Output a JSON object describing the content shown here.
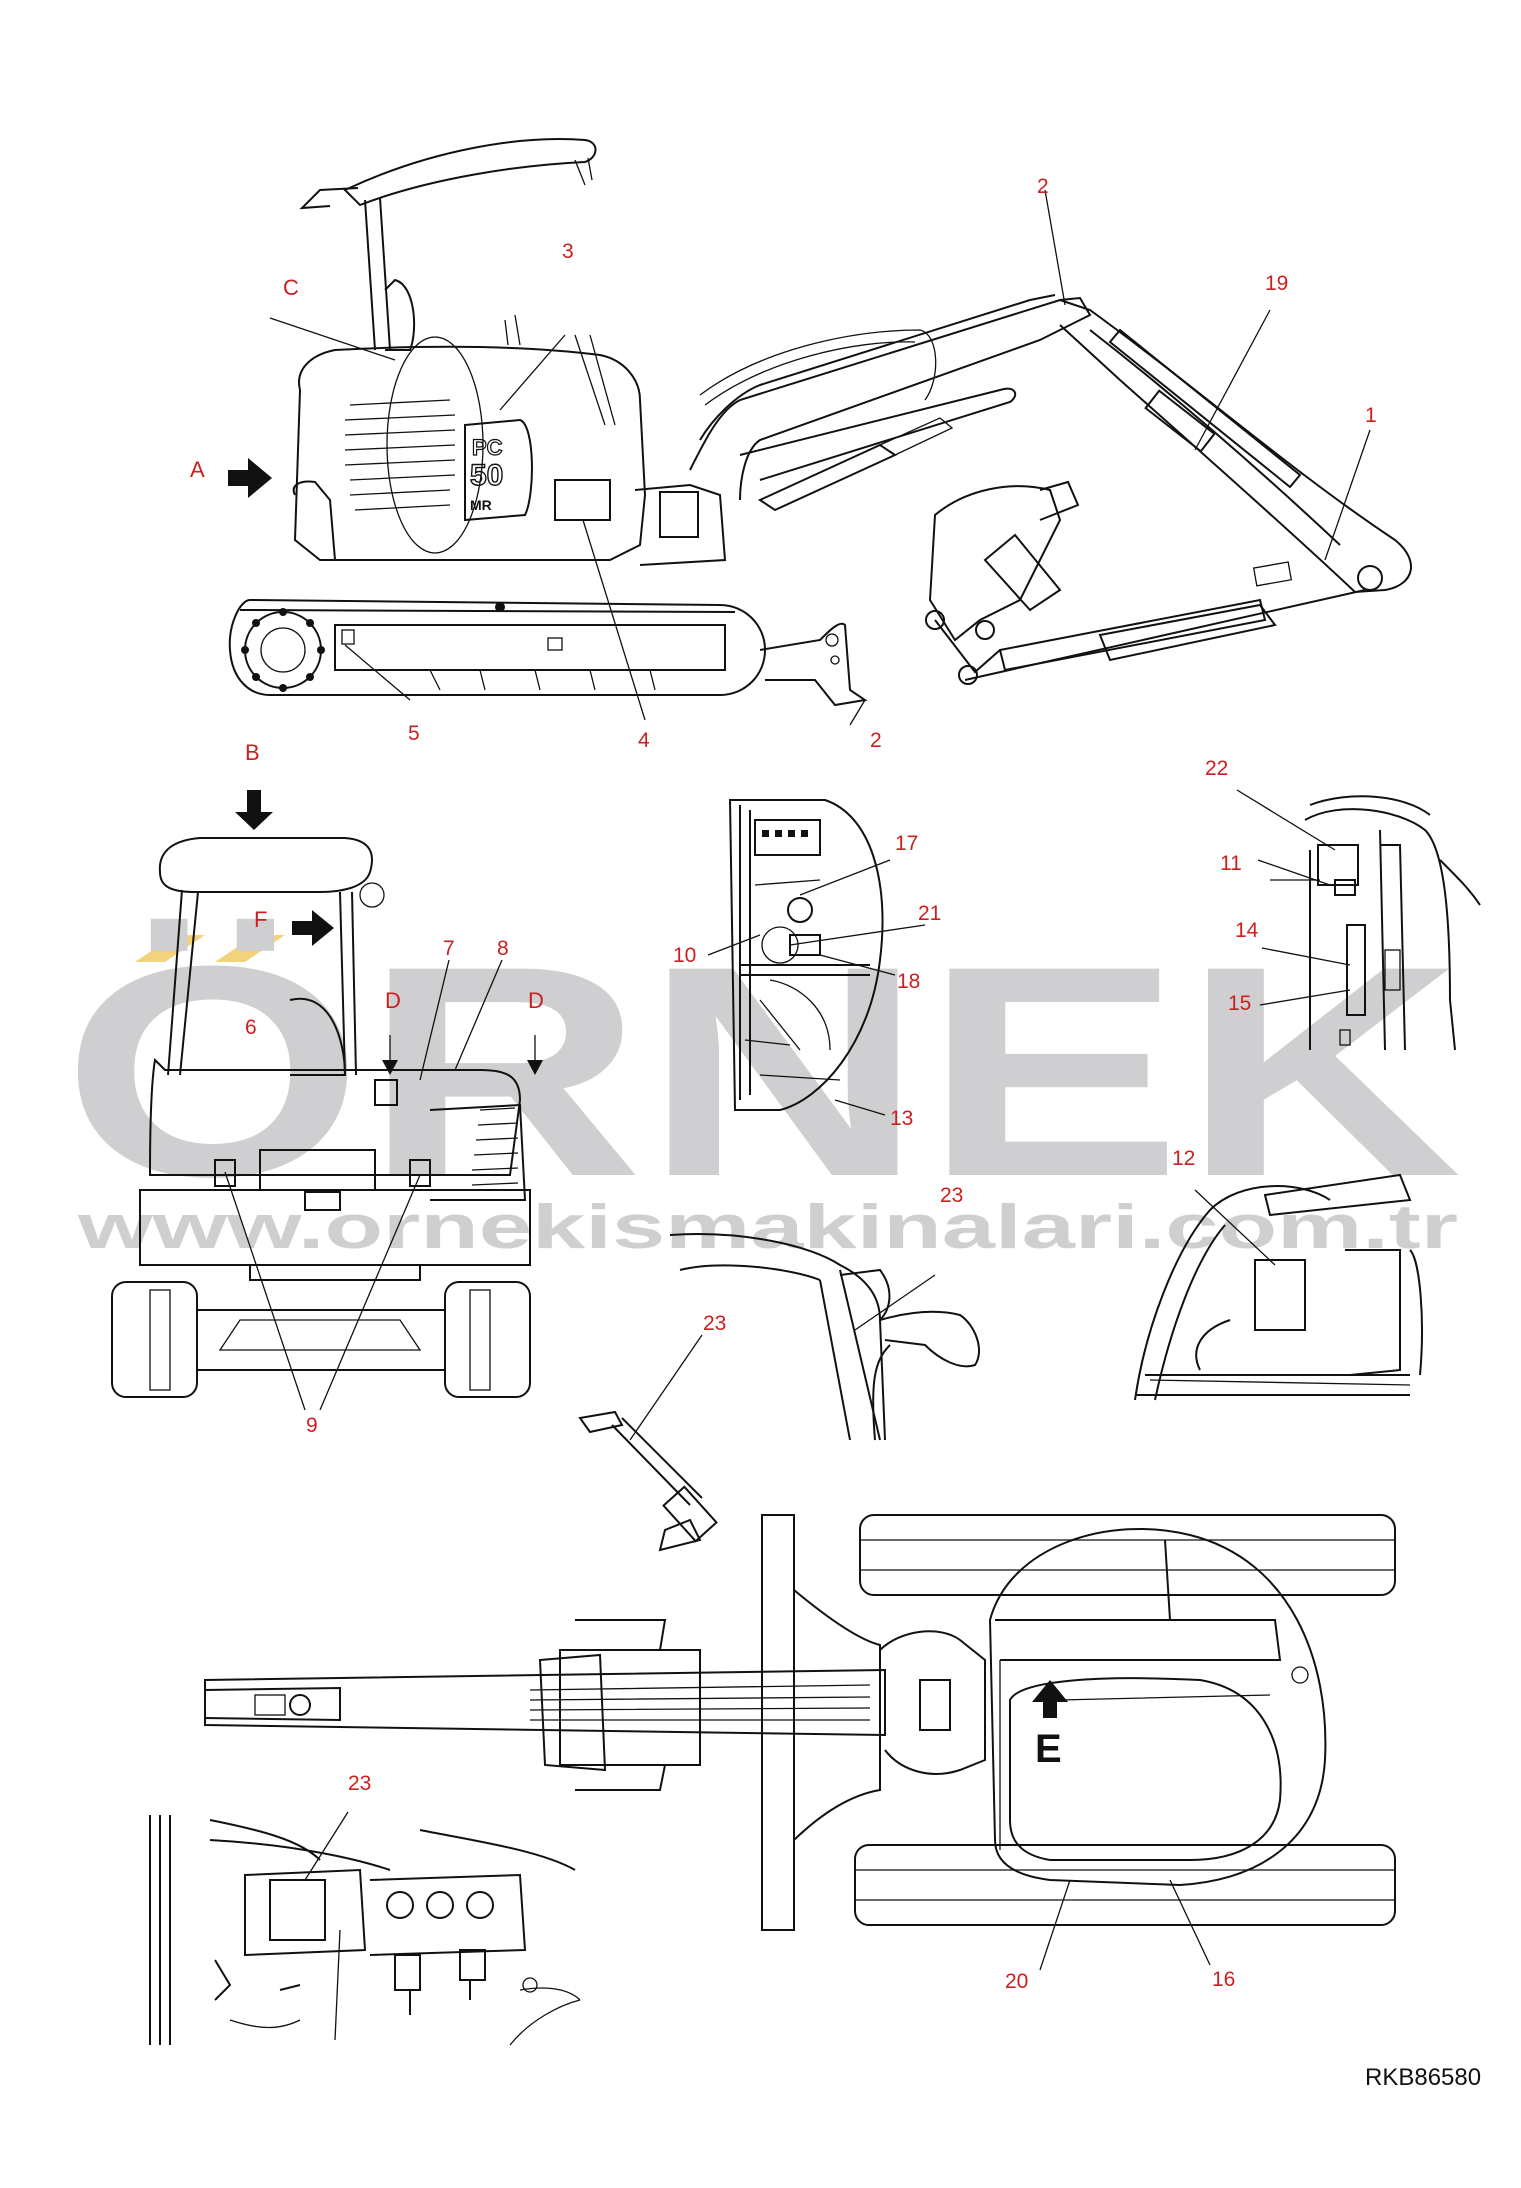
{
  "watermark": {
    "brand": "ÖRNEK",
    "url": "www.ornekismakinalari.com.tr",
    "accent_color": "#f2d27a",
    "text_color": "#cfcfd2"
  },
  "callout_color": "#cc1f1f",
  "callouts": {
    "c1": "1",
    "c2a": "2",
    "c2b": "2",
    "c3": "3",
    "c4": "4",
    "c5": "5",
    "c6": "6",
    "c7": "7",
    "c8": "8",
    "c9": "9",
    "c10": "10",
    "c11": "11",
    "c12": "12",
    "c13": "13",
    "c14": "14",
    "c15": "15",
    "c16": "16",
    "c17": "17",
    "c18": "18",
    "c19": "19",
    "c20": "20",
    "c21": "21",
    "c22": "22",
    "c23a": "23",
    "c23b": "23",
    "c23c": "23"
  },
  "views": {
    "a": "A",
    "b": "B",
    "c": "C",
    "d1": "D",
    "d2": "D",
    "e": "E",
    "f": "F"
  },
  "model_badge": {
    "line1": "PC",
    "line2": "50",
    "line3": "MR"
  },
  "figure_code": "RKB86580"
}
